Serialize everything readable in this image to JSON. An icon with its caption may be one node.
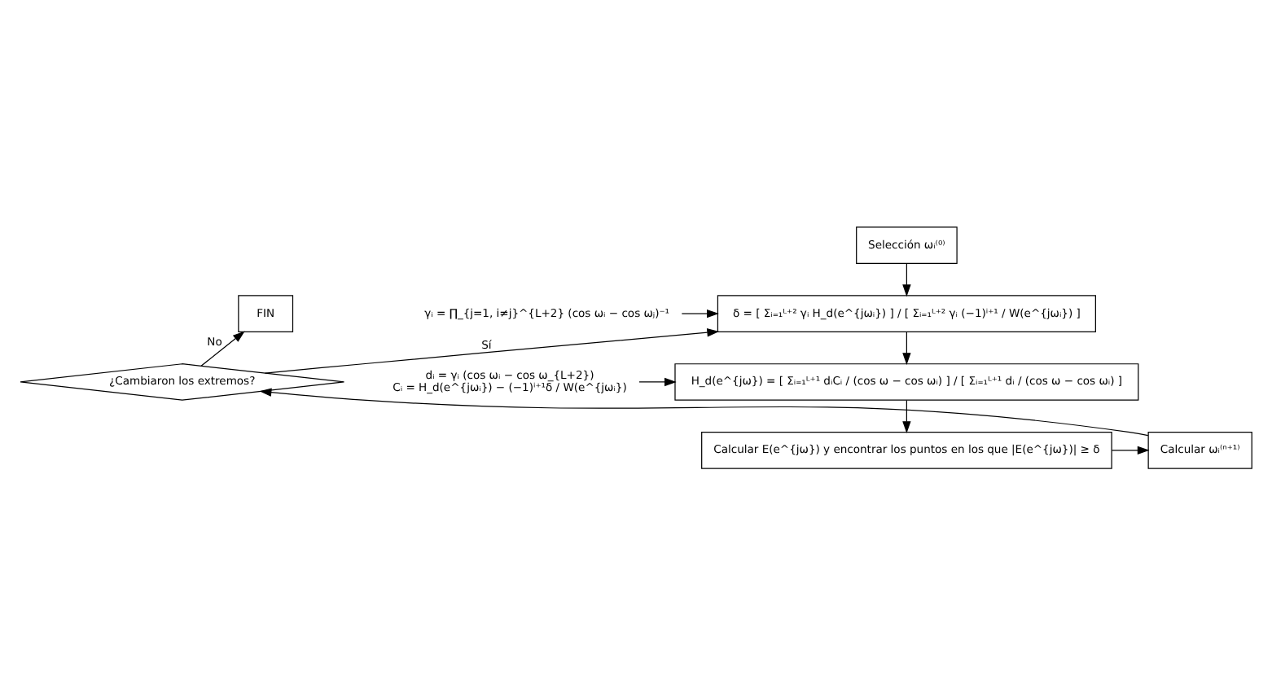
{
  "diagram": {
    "nodes": [
      {
        "text": [
          "Selección ωᵢ⁽⁰⁾"
        ]
      },
      {
        "text": [
          "δ = [ Σᵢ₌₁ᴸ⁺² γᵢ H_d(e^{jωᵢ}) ] / [ Σᵢ₌₁ᴸ⁺² γᵢ (−1)ⁱ⁺¹ / W(e^{jωᵢ}) ]"
        ]
      },
      {
        "text": [
          "H_d(e^{jω}) = [ Σᵢ₌₁ᴸ⁺¹ dᵢCᵢ / (cos ω − cos ωᵢ) ] / [ Σᵢ₌₁ᴸ⁺¹ dᵢ / (cos ω − cos ωᵢ) ]"
        ]
      },
      {
        "text": [
          "Calcular E(e^{jω}) y encontrar los puntos en los que |E(e^{jω})| ≥ δ"
        ]
      },
      {
        "text": [
          "Calcular ωᵢ⁽ⁿ⁺¹⁾"
        ]
      },
      {
        "text": [
          "¿Cambiaron los extremos?"
        ]
      },
      {
        "text": [
          "FIN"
        ]
      },
      {
        "text": [
          "γᵢ = ∏_{j=1, i≠j}^{L+2} (cos ωᵢ − cos ωⱼ)⁻¹"
        ]
      },
      {
        "text": [
          "dᵢ = γᵢ (cos ωᵢ − cos ω_{L+2})",
          "Cᵢ = H_d(e^{jωᵢ}) − (−1)ⁱ⁺¹δ / W(e^{jωᵢ})"
        ]
      }
    ],
    "edges": [
      {
        "from": 0,
        "to": 1,
        "arrow": "to"
      },
      {
        "from": 1,
        "to": 2,
        "arrow": "to"
      },
      {
        "from": 2,
        "to": 3,
        "arrow": "to"
      },
      {
        "from": 3,
        "to": 4,
        "arrow": "to"
      },
      {
        "from": 4,
        "to": 5,
        "arrow": "to"
      },
      {
        "from": 5,
        "to": 6,
        "label": "No",
        "arrow": "to"
      },
      {
        "from": 5,
        "to": 1,
        "label": "Sí",
        "arrow": "to"
      },
      {
        "from": 7,
        "to": 1,
        "arrow": "to"
      },
      {
        "from": 8,
        "to": 2,
        "arrow": "to"
      }
    ]
  }
}
